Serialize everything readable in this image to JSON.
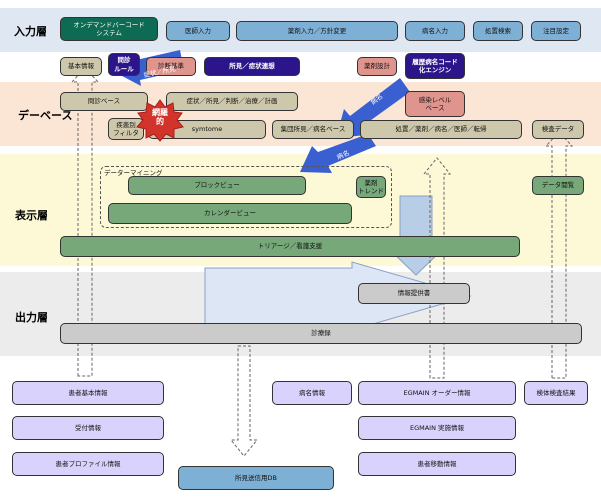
{
  "layers": {
    "input": "入力層",
    "db": "デーベース",
    "display": "表示層",
    "output": "出力層"
  },
  "input_boxes": {
    "order_barcode": "オンデマンドバーコード\nシステム",
    "doctor_input": "医師入力",
    "drug_input": "薬剤入力／方針変更",
    "disease_input": "病名入力",
    "finding_search": "処置検索",
    "focus_setting": "注目設定"
  },
  "logic_row": {
    "basic_info": "基本情報",
    "inquiry_rule": "問診\nルール",
    "diag_criteria": "診断基準",
    "finding_assoc": "所見／症状連想",
    "drug_design": "薬剤設計",
    "disease_code_engine": "履歴病名コード\n化エンジン"
  },
  "db_boxes": {
    "inquiry_base": "問診ベース",
    "symptom_plan": "症状／所見／判断／治療／計画",
    "infection_base": "感染レベル\nベース",
    "disease_filter": "疾患別\nフィルタ",
    "net": "網羅\n的",
    "symtome": "symtome",
    "group_finding": "集団所見／病名ベース",
    "treatment_base": "処置／薬剤／病名／医師／転帰",
    "lab_data": "検査データ"
  },
  "display_boxes": {
    "data_mining": "データーマイニング",
    "block_view": "ブロックビュー",
    "drug_trend": "薬剤\nトレンド",
    "data_view": "データ閲覧",
    "calendar_view": "カレンダービュー",
    "triage": "トリアージ／看護支援"
  },
  "output_boxes": {
    "info_letter": "情報提供書",
    "medical_record": "診療録"
  },
  "arrow_labels": {
    "finding_arrow": "症状／所見",
    "disease_arrow1": "病名",
    "disease_arrow2": "病名"
  },
  "source_boxes": {
    "patient_basic": "患者基本情報",
    "reception": "受付情報",
    "patient_profile": "患者プロファイル情報",
    "finding_db": "所見送信用DB",
    "disease_info": "病名情報",
    "egmain_order": "EGMAIN オーダー情報",
    "egmain_exec": "EGMAIN 実施情報",
    "patient_move": "患者移動情報",
    "specimen_result": "検体検査結果"
  },
  "colors": {
    "input_band": "#dfe7f2",
    "db_band": "#fbe6d6",
    "display_band": "#fdf9d6",
    "output_band": "#ececec",
    "blue_arrow": "#3a5fd0",
    "net_badge": "#d2342b"
  }
}
